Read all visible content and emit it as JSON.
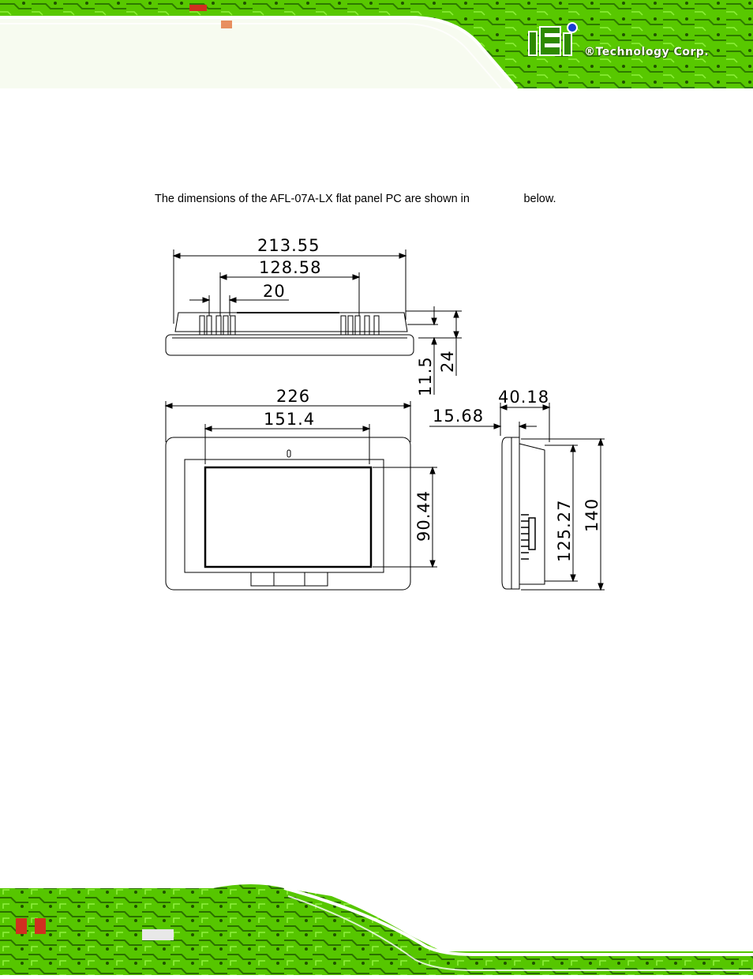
{
  "header": {
    "brand_text": "®Technology Corp.",
    "logo_text": "iEi"
  },
  "body": {
    "intro_text": "The dimensions of the AFL-07A-LX flat panel PC are shown in                 below."
  },
  "drawing": {
    "top_view": {
      "overall_width": "213.55",
      "inner_width": "128.58",
      "slot_spacing": "20",
      "depth_small": "11.5",
      "depth_total": "24"
    },
    "front_view": {
      "overall_width": "226",
      "screen_width": "151.4",
      "screen_height": "90.44"
    },
    "side_view": {
      "overall_depth": "40.18",
      "offset": "15.68",
      "inner_height": "125.27",
      "overall_height": "140"
    }
  },
  "colors": {
    "pcb_green": "#5fd400",
    "pcb_dark": "#2e7a00"
  }
}
